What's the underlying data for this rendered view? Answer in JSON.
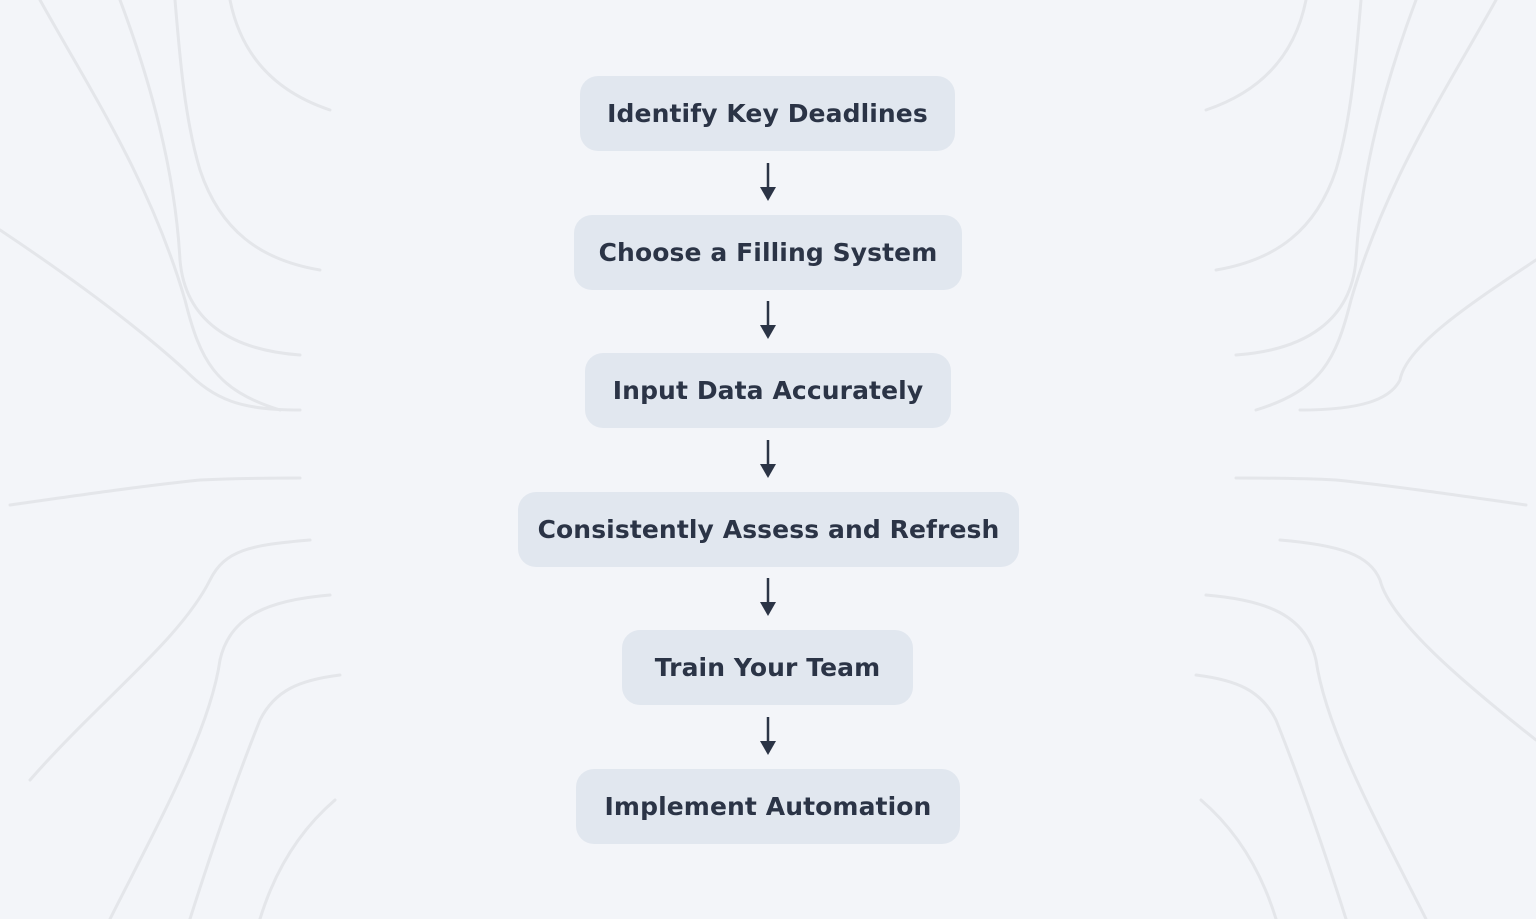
{
  "diagram": {
    "steps": [
      {
        "label": "Identify Key Deadlines"
      },
      {
        "label": "Choose a Filling System"
      },
      {
        "label": "Input Data Accurately"
      },
      {
        "label": "Consistently Assess and Refresh"
      },
      {
        "label": "Train Your Team"
      },
      {
        "label": "Implement Automation"
      }
    ],
    "colors": {
      "background": "#f3f5f9",
      "node_fill": "#e1e7ef",
      "node_text": "#2b3446",
      "arrow": "#2b3446"
    }
  }
}
